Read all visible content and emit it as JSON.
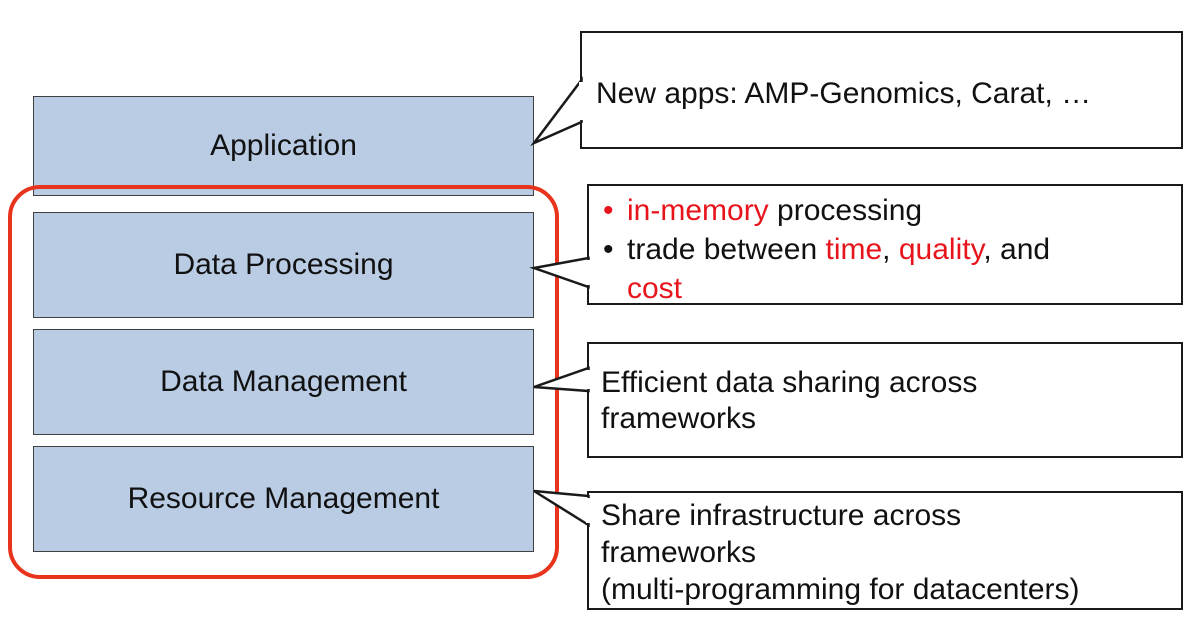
{
  "layers": {
    "application": "Application",
    "data_processing": "Data Processing",
    "data_management": "Data Management",
    "resource_management": "Resource Management"
  },
  "callouts": {
    "application": "New apps: AMP-Genomics, Carat, …",
    "processing": {
      "bullet_1": {
        "dot": "•",
        "red": "in-memory",
        "rest": " processing"
      },
      "bullet_2": {
        "dot": "•",
        "prefix": "trade between ",
        "time": "time",
        "sep1": ", ",
        "quality": "quality",
        "sep2": ", and",
        "cost": "cost"
      }
    },
    "management": {
      "line1": "Efficient data sharing across",
      "line2": "frameworks"
    },
    "resource": {
      "line1": "Share infrastructure across",
      "line2": "frameworks",
      "line3": "(multi-programming for datacenters)"
    }
  },
  "colors": {
    "layer_fill": "#b9cce4",
    "highlight_outline": "#e8341c",
    "emphasis_text": "#e8141c"
  }
}
